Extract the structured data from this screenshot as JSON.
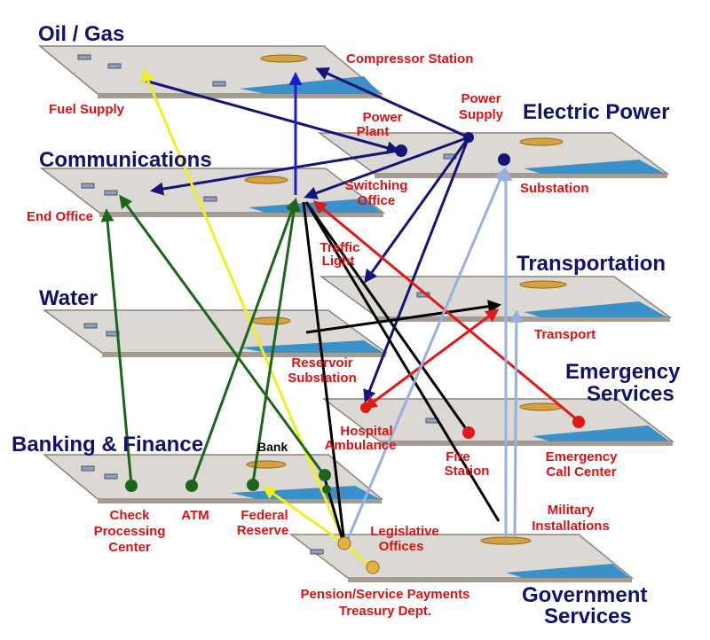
{
  "colors": {
    "sector_label": "#12126e",
    "node_label": "#dd1111",
    "bank_label": "#000000",
    "plane_fill": "#dcd8d4",
    "plane_edge": "#8c8478",
    "water": "#3a90c8",
    "gold": "#d8a040",
    "navy_link": "#14147a",
    "yellow_link": "#f0f020",
    "blue_link": "#1c1cd0",
    "green_link": "#1c661c",
    "black_link": "#000000",
    "red_link": "#e01818",
    "lightblue_link": "#98b0e0"
  },
  "sectors": {
    "oil_gas": "Oil / Gas",
    "electric_power": "Electric Power",
    "communications": "Communications",
    "transportation": "Transportation",
    "water": "Water",
    "emergency_line1": "Emergency",
    "emergency_line2": "Services",
    "banking": "Banking & Finance",
    "government_line1": "Government",
    "government_line2": "Services"
  },
  "nodes": {
    "compressor_station": "Compressor Station",
    "fuel_supply": "Fuel Supply",
    "power_supply_line1": "Power",
    "power_supply_line2": "Supply",
    "power_plant_line1": "Power",
    "power_plant_line2": "Plant",
    "substation": "Substation",
    "switching_office_line1": "Switching",
    "switching_office_line2": "Office",
    "end_office": "End Office",
    "traffic_light_line1": "Traffic",
    "traffic_light_line2": "Light",
    "transport": "Transport",
    "reservoir_substation_line1": "Reservoir",
    "reservoir_substation_line2": "Substation",
    "hospital_ambulance_line1": "Hospital",
    "hospital_ambulance_line2": "Ambulance",
    "fire_station_line1": "Fire",
    "fire_station_line2": "Station",
    "emergency_call_center_line1": "Emergency",
    "emergency_call_center_line2": "Call Center",
    "bank": "Bank",
    "check_processing_line1": "Check",
    "check_processing_line2": "Processing",
    "check_processing_line3": "Center",
    "atm": "ATM",
    "federal_reserve_line1": "Federal",
    "federal_reserve_line2": "Reserve",
    "legislative_offices_line1": "Legislative",
    "legislative_offices_line2": "Offices",
    "military_installations_line1": "Military",
    "military_installations_line2": "Installations",
    "pension_line1": "Pension/Service Payments",
    "pension_line2": "Treasury Dept."
  }
}
